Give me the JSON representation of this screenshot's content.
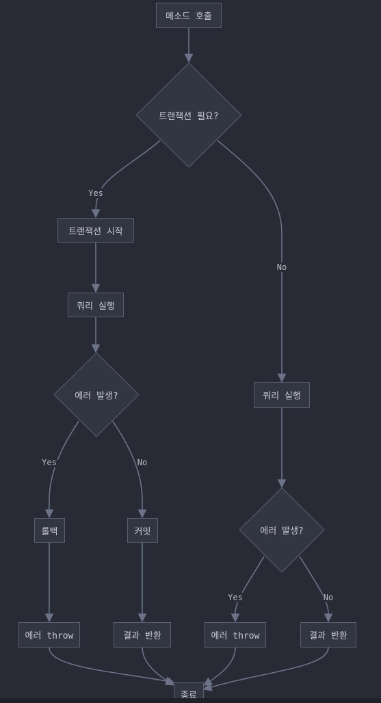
{
  "nodes": {
    "method_call": "메소드 호출",
    "tx_needed": "트랜잭션 필요?",
    "tx_start": "트랜잭션 시작",
    "query_tx": "쿼리 실행",
    "query_notx": "쿼리 실행",
    "error_tx": "에러 발생?",
    "error_notx": "에러 발생?",
    "rollback": "롤백",
    "commit": "커밋",
    "throw_tx": "에러 throw",
    "return_tx": "결과 반환",
    "throw_notx": "에러 throw",
    "return_notx": "결과 반환",
    "end": "종료"
  },
  "edge_labels": {
    "tx_yes": "Yes",
    "tx_no": "No",
    "err_tx_yes": "Yes",
    "err_tx_no": "No",
    "err_notx_yes": "Yes",
    "err_notx_no": "No"
  },
  "colors": {
    "background": "#282b35",
    "node_fill": "#323643",
    "node_stroke": "#5a6072",
    "edge": "#6c7389",
    "text": "#c9ccd6"
  }
}
